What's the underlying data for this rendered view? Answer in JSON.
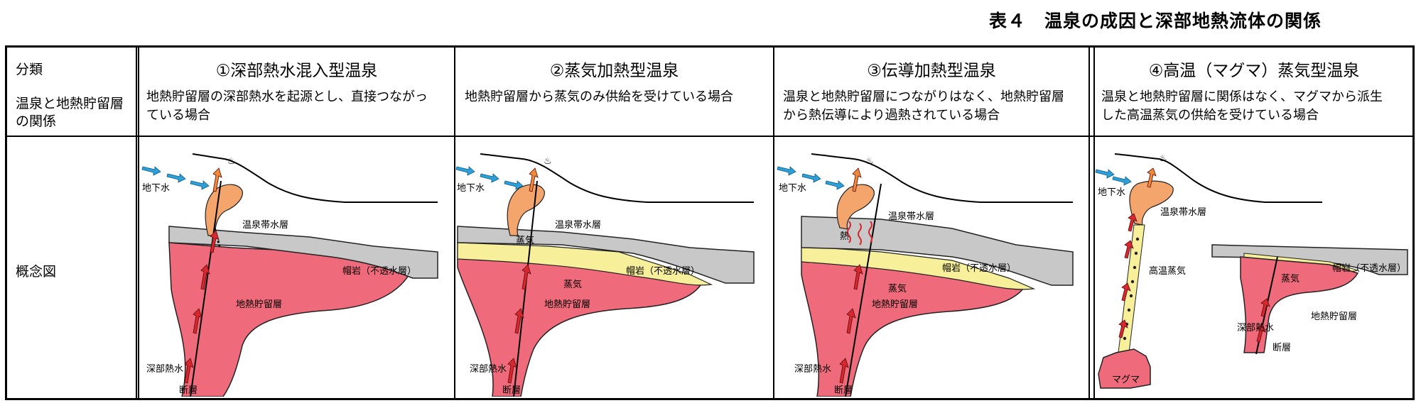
{
  "table_title": "表４　温泉の成因と深部地熱流体の関係",
  "row_labels": {
    "bunrui": "分類",
    "relation_line1": "温泉と地熱貯留層",
    "relation_line2": "の関係",
    "concept": "概念図"
  },
  "columns": [
    {
      "title": "①深部熱水混入型温泉",
      "desc_line1": "地熱貯留層の深部熱水を起源とし、直接つながっ",
      "desc_line2": "ている場合"
    },
    {
      "title": "②蒸気加熱型温泉",
      "desc_line1": "地熱貯留層から蒸気のみ供給を受けている場合",
      "desc_line2": ""
    },
    {
      "title": "③伝導加熱型温泉",
      "desc_line1": "温泉と地熱貯留層につながりはなく、地熱貯留層",
      "desc_line2": "から熱伝導により過熱されている場合"
    },
    {
      "title": "④高温（マグマ）蒸気型温泉",
      "desc_line1": "温泉と地熱貯留層に関係はなく、マグマから派生",
      "desc_line2": "した高温蒸気の供給を受けている場合"
    }
  ],
  "diagram_labels": {
    "groundwater": "地下水",
    "hot_spring_aquifer": "温泉帯水層",
    "cap_rock": "帽岩（不透水層）",
    "reservoir": "地熱貯留層",
    "deep_hot_water": "深部熱水",
    "fault": "断層",
    "steam": "蒸気",
    "heat": "熱",
    "high_temp_steam": "高温蒸気",
    "magma": "マグマ"
  },
  "colors": {
    "reservoir": "#ef6b7b",
    "cap_rock": "#c8c8c8",
    "aquifer": "#f4a56c",
    "steam_zone": "#f7ef9a",
    "groundwater_arrow": "#2f9fd8",
    "red_arrow": "#d7282f"
  }
}
